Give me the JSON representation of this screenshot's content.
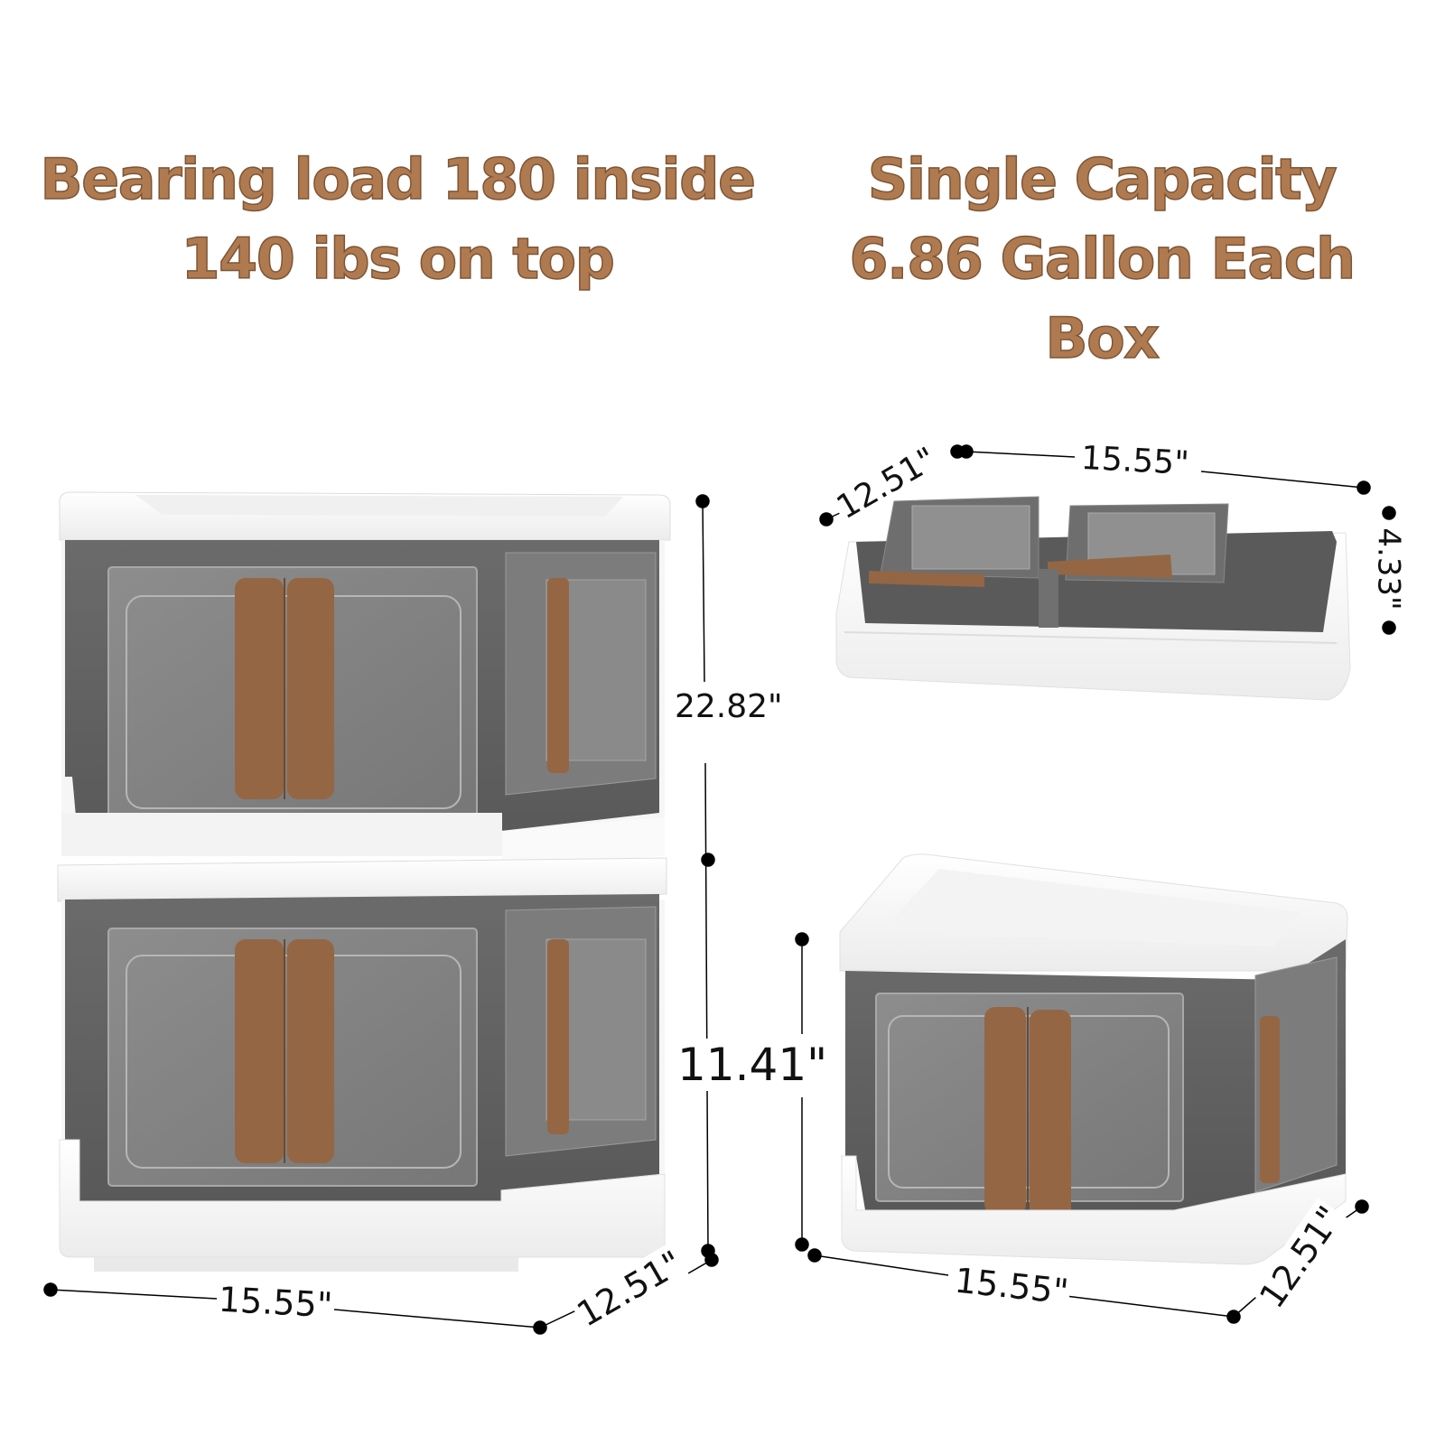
{
  "headlines": {
    "left": {
      "line1": "Bearing load 180 inside",
      "line2": "140 ibs on top"
    },
    "right": {
      "line1": "Single Capacity",
      "line2": "6.86 Gallon Each Box"
    }
  },
  "colors": {
    "headline_text": "#b07a50",
    "headline_outline": "#7d5535",
    "handle": "#946644",
    "box_frame": "#5e5e5e",
    "box_white": "#f4f4f4"
  },
  "dimensions": {
    "stacked": {
      "total_height": "22.82\"",
      "width": "15.55\"",
      "depth": "12.51\""
    },
    "folded": {
      "width": "15.55\"",
      "depth": "12.51\"",
      "height": "4.33\""
    },
    "single": {
      "height": "11.41\"",
      "width": "15.55\"",
      "depth": "12.51\""
    }
  },
  "products": [
    {
      "name": "stacked-two-boxes"
    },
    {
      "name": "folded-box"
    },
    {
      "name": "single-box"
    }
  ]
}
